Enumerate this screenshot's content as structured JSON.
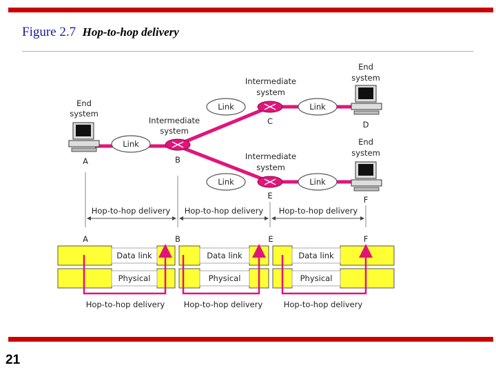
{
  "slide": {
    "figure_number": "Figure 2.7",
    "figure_caption": "Hop-to-hop delivery",
    "page_number": "21"
  },
  "colors": {
    "accent": "#cc0000",
    "link": "#e0157a",
    "layer_fill": "#ffff33",
    "cloud": "#ffffff"
  },
  "network": {
    "end_system_label_line1": "End",
    "end_system_label_line2": "system",
    "intermediate_label_line1": "Intermediate",
    "intermediate_label_line2": "system",
    "link_label": "Link",
    "node_a": "A",
    "node_b": "B",
    "node_c": "C",
    "node_d": "D",
    "node_e": "E",
    "node_f": "F"
  },
  "hops": {
    "delivery_label": "Hop-to-hop delivery"
  },
  "layers": {
    "data_link": "Data link",
    "physical": "Physical"
  },
  "icons": [
    "computer-icon",
    "router-icon",
    "arrow-icon"
  ]
}
